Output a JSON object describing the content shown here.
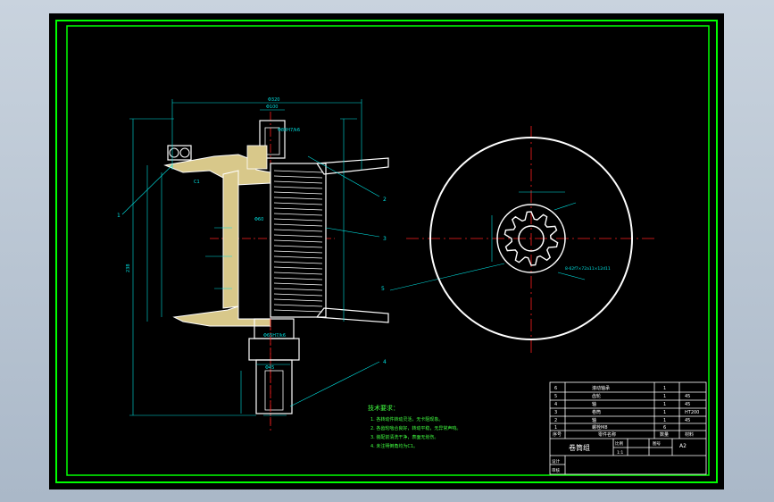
{
  "tech_notes": {
    "title": "技术要求：",
    "lines": [
      "1. 各转动件转动灵活，无卡阻现象。",
      "2. 各齿轮啮合良好，转动平稳，无异常声响。",
      "3. 装配前清洗干净，表面无划伤。",
      "4. 未注明倒角均为C1。"
    ]
  },
  "parts": [
    {
      "no": "6",
      "name": "滚动轴承",
      "qty": "1",
      "material": ""
    },
    {
      "no": "5",
      "name": "齿轮",
      "qty": "1",
      "material": "45"
    },
    {
      "no": "4",
      "name": "轴",
      "qty": "1",
      "material": "45"
    },
    {
      "no": "3",
      "name": "卷筒",
      "qty": "1",
      "material": "HT200"
    },
    {
      "no": "2",
      "name": "轴",
      "qty": "1",
      "material": "45"
    },
    {
      "no": "1",
      "name": "螺栓M8",
      "qty": "6",
      "material": ""
    }
  ],
  "parts_header": {
    "no": "序号",
    "name": "零件名称",
    "qty": "数量",
    "material": "材料"
  },
  "title_block": {
    "name": "卷筒组",
    "scale_label": "比例",
    "scale": "1:1",
    "sheet_label": "图号",
    "sheet_no": "A2",
    "designer": "设计",
    "checker": "审核"
  },
  "balloons": [
    "1",
    "2",
    "3",
    "4",
    "5"
  ],
  "dims": {
    "top_overall": "Φ320",
    "top_hub": "Φ100",
    "hub_fit": "Φ80H7/k6",
    "bore": "Φ60",
    "height": "238",
    "gear_fit": "Φ65H7/k6",
    "shaft_dia": "Φ45",
    "spline": "8-62f7×72a11×12d11",
    "chamfer": "C1"
  },
  "colors": {
    "frame": "#00ff00",
    "outline": "#ffffff",
    "center": "#ff2020",
    "dim": "#00e0e0",
    "hatch": "#d8c88a",
    "notes": "#40ff40",
    "table": "#ffffff"
  }
}
